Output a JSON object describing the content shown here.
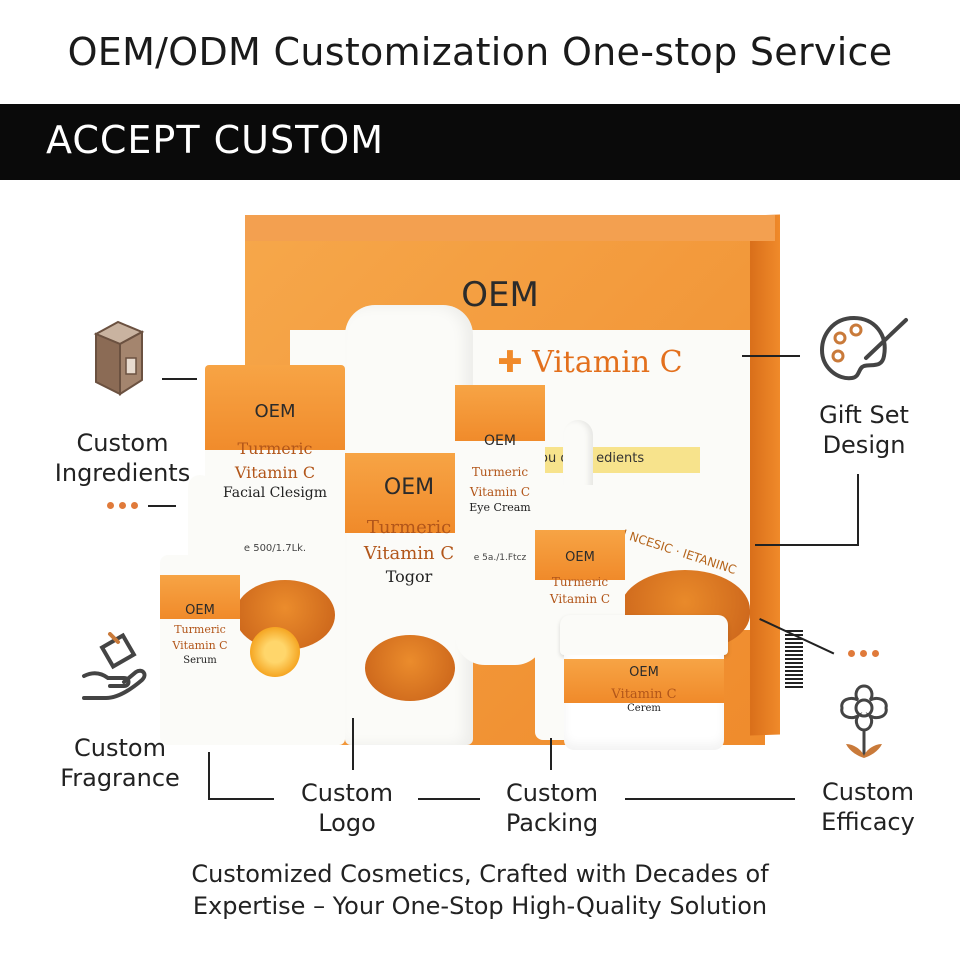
{
  "header": {
    "title": "OEM/ODM Customization One-stop Service",
    "banner": "ACCEPT CUSTOM"
  },
  "features": {
    "ingredients": "Custom\nIngredients",
    "gift_set": "Gift Set\nDesign",
    "fragrance": "Custom\nFragrance",
    "logo": "Custom\nLogo",
    "packing": "Custom\nPacking",
    "efficacy": "Custom\nEfficacy"
  },
  "box": {
    "brand": "OEM",
    "product": "Vitamin C",
    "tagline": "ou  onits edients",
    "arc_text": "I NCESIC · IETANINC"
  },
  "products": {
    "cleanser": {
      "brand": "OEM",
      "line1": "Turmeric",
      "line2": "Vitamin C",
      "name": "Facial Clesigm",
      "size": "e 500/1.7Lk."
    },
    "toner": {
      "brand": "OEM",
      "line1": "Turmeric",
      "line2": "Vitamin C",
      "name": "Togor"
    },
    "eye_cream": {
      "brand": "OEM",
      "line1": "Turmeric",
      "line2": "Vitamin C",
      "name": "Eye Cream",
      "size": "e 5a./1.Ftcz"
    },
    "serum_small": {
      "brand": "OEM",
      "line1": "Turmeric",
      "line2": "Vitamin C",
      "name": "Serum"
    },
    "serum_dropper": {
      "brand": "OEM",
      "line1": "Turmeric",
      "line2": "Vitamin C"
    },
    "cream_jar": {
      "brand": "OEM",
      "line1": "Vitamin C",
      "name": "Cerem"
    }
  },
  "footer": {
    "line1": "Customized Cosmetics, Crafted with Decades of",
    "line2": "Expertise – Your One-Stop High-Quality Solution"
  },
  "colors": {
    "accent": "#f08a2a",
    "dots": "#e07a3a",
    "banner": "#0a0a0a"
  },
  "icons": [
    "box-icon",
    "palette-icon",
    "hand-bag-icon",
    "flower-icon"
  ]
}
